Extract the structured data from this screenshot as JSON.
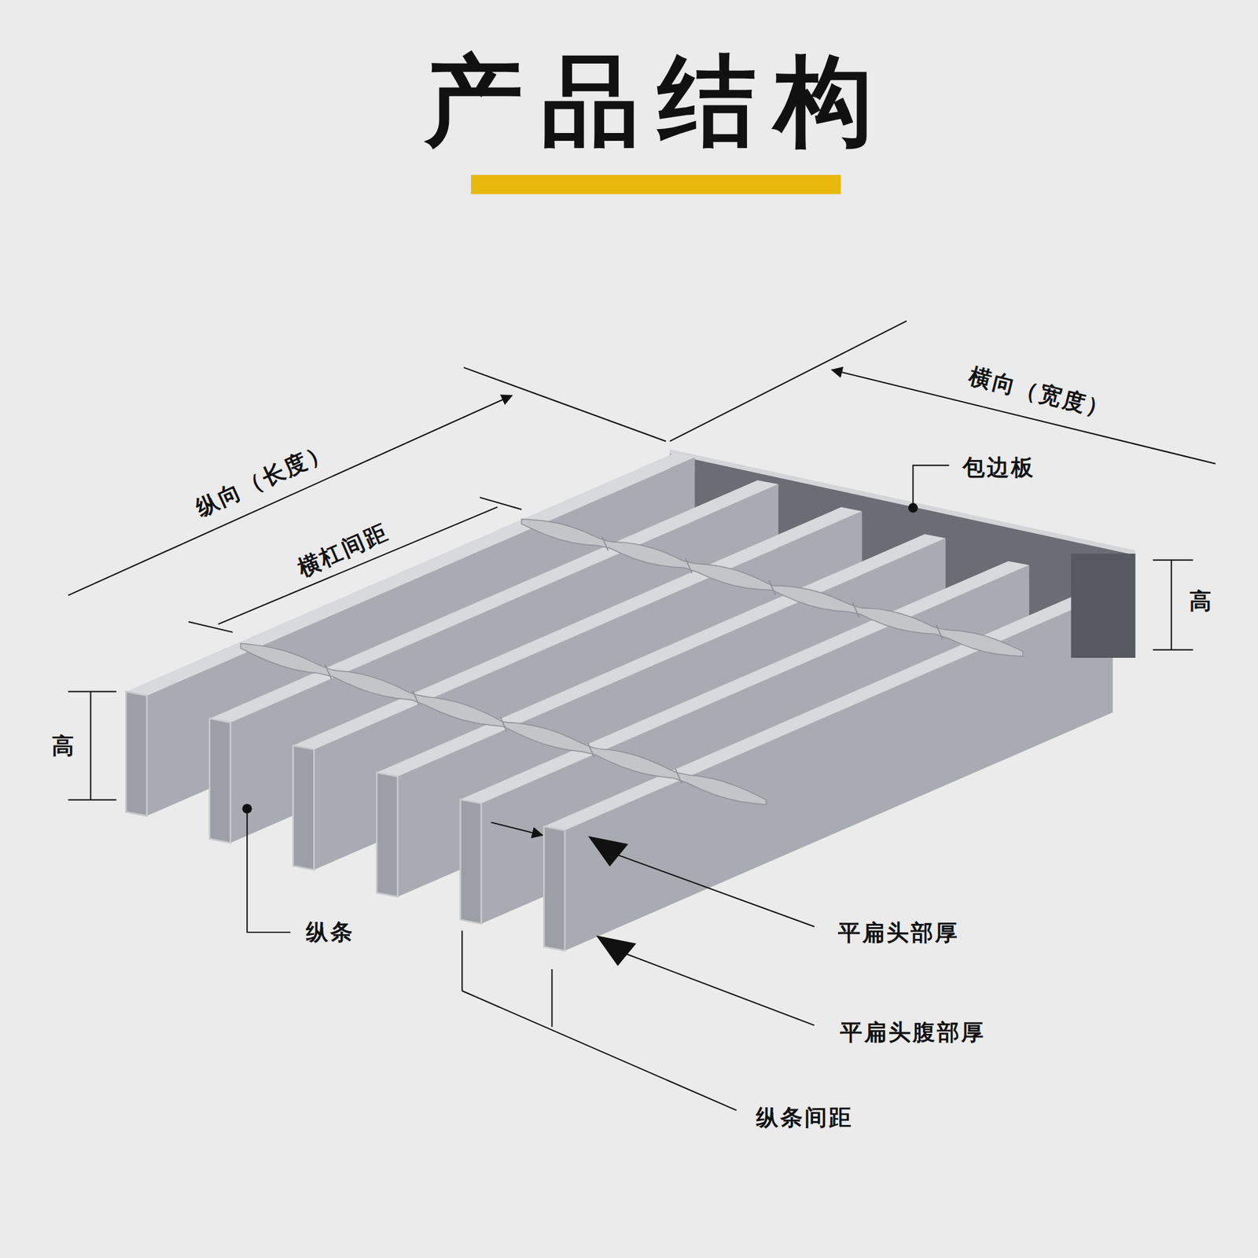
{
  "diagram": {
    "title": "产品结构",
    "labels": [
      "纵向（长度）",
      "横杠间距",
      "横向（宽度）",
      "包边板",
      "高",
      "高",
      "纵条",
      "平扁头部厚",
      "平扁头腹部厚",
      "纵条间距"
    ]
  }
}
